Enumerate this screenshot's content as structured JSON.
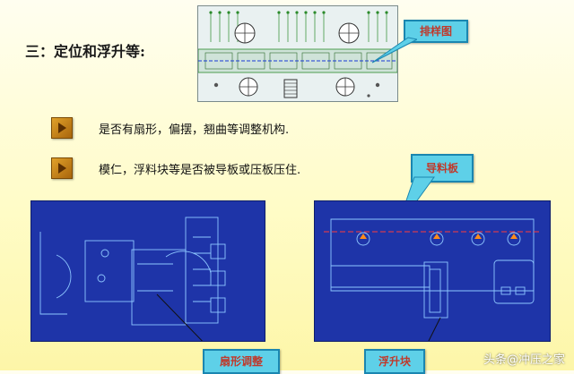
{
  "section_title": "三：定位和浮升等:",
  "bullets": [
    {
      "text": "是否有扇形，偏摆，翘曲等调整机构."
    },
    {
      "text": "模仁，浮料块等是否被导板或压板压住."
    }
  ],
  "callouts": {
    "layout": "排样图",
    "guide_plate": "导料板",
    "fan_adjust": "扇形调整",
    "float_block": "浮升块"
  },
  "watermark": "头条@冲压之家",
  "colors": {
    "panel_blue": "#1e34a8",
    "callout_fill": "#5ed0e8",
    "callout_text": "#c0392b",
    "bullet_icon": "#c8841a"
  }
}
